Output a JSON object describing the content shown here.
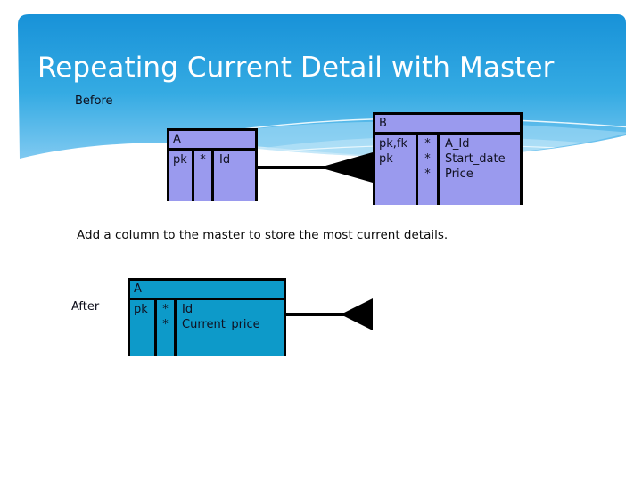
{
  "slide": {
    "title": "Repeating Current Detail with Master",
    "caption": "Add a column to the master to store the most current details.",
    "before_label": "Before",
    "after_label": "After",
    "colors": {
      "banner_top": "#1F9CDA",
      "banner_bottom": "#7FC8F0",
      "title_text": "#FFFFFF",
      "entity_purple": "#9A9AEE",
      "entity_cyan": "#0D9AC9",
      "entity_border": "#000000",
      "connector": "#000000",
      "body_text": "#101020",
      "page_background": "#FFFFFF"
    }
  },
  "before": {
    "master": {
      "name": "A",
      "rows": [
        {
          "key": "pk",
          "star": "*",
          "attribute": "Id"
        }
      ]
    },
    "detail": {
      "name": "B",
      "rows": [
        {
          "key": "pk,fk",
          "star": "*",
          "attribute": "A_Id"
        },
        {
          "key": "pk",
          "star": "*",
          "attribute": "Start_date"
        },
        {
          "key": "",
          "star": "*",
          "attribute": "Price"
        }
      ]
    },
    "relationship": {
      "icon": "crowsfoot-arrow-right-icon",
      "direction": "right"
    }
  },
  "after": {
    "master": {
      "name": "A",
      "rows": [
        {
          "key": "pk",
          "star": "*",
          "attribute": "Id"
        },
        {
          "key": "",
          "star": "*",
          "attribute": "Current_price"
        }
      ]
    },
    "relationship": {
      "icon": "crowsfoot-arrow-left-icon",
      "direction": "left"
    }
  }
}
